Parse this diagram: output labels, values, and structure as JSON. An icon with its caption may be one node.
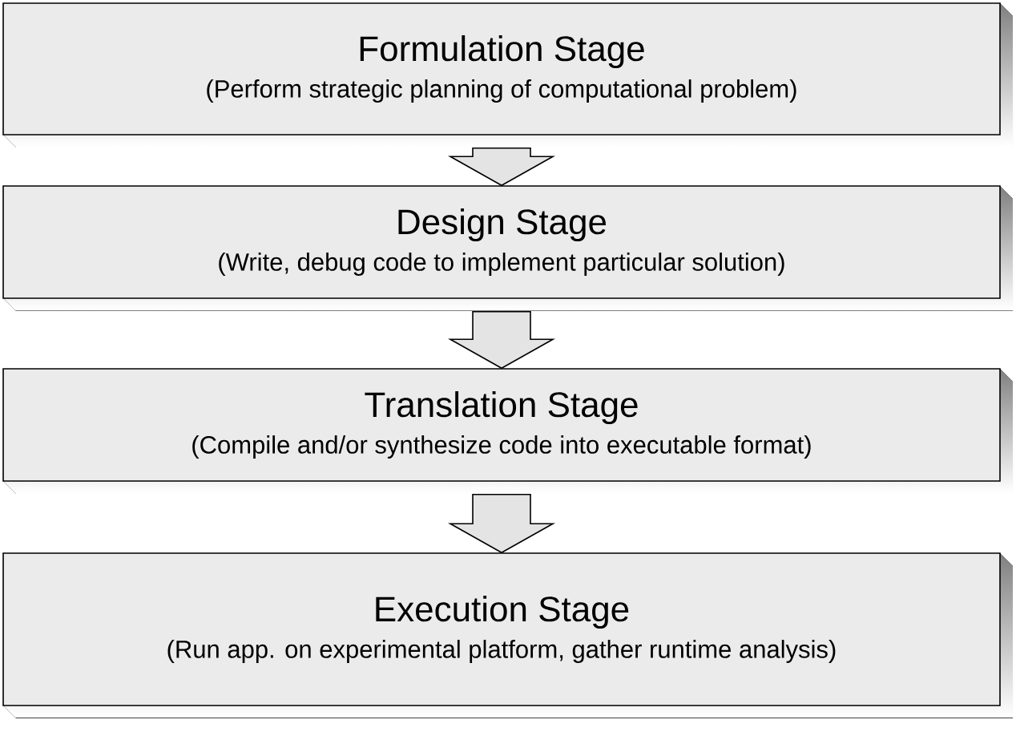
{
  "diagram": {
    "nodes": [
      {
        "text": [
          "Formulation Stage",
          "(Perform strategic planning of computational problem)"
        ]
      },
      {
        "text": [
          "Design Stage",
          "(Write, debug code to implement particular solution)"
        ]
      },
      {
        "text": [
          "Translation Stage",
          "(Compile and/or synthesize code into executable format)"
        ]
      },
      {
        "text": [
          "Execution Stage",
          "(Run app. on experimental platform, gather runtime analysis)"
        ]
      }
    ],
    "edges": [
      {
        "from": 0,
        "to": 1,
        "arrow": "to"
      },
      {
        "from": 1,
        "to": 2,
        "arrow": "to"
      },
      {
        "from": 2,
        "to": 3,
        "arrow": "to"
      }
    ]
  }
}
